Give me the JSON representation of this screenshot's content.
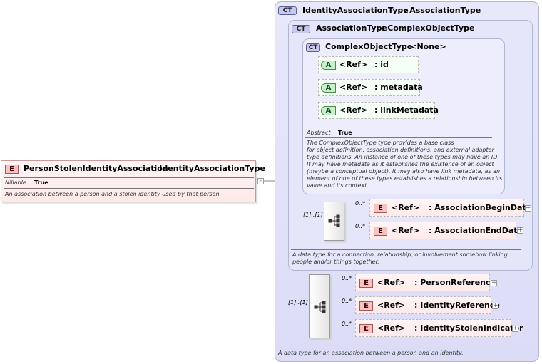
{
  "root": {
    "badge": "E",
    "name": "PersonStolenIdentityAssociation",
    "type": ": IdentityAssociationType",
    "prop_label": "Nillable",
    "prop_value": "True",
    "doc": "An association between a person and a stolen identity used by that person."
  },
  "identity_type": {
    "badge": "CT",
    "name": "IdentityAssociationType",
    "base": ": AssociationType",
    "doc": "A data type for an association between a person and an identity.",
    "cardinality": "[1]..[1]",
    "elements": [
      {
        "badge": "E",
        "ref": "<Ref>",
        "name": ": PersonReference",
        "card": "0..*"
      },
      {
        "badge": "E",
        "ref": "<Ref>",
        "name": ": IdentityReference",
        "card": "0..*"
      },
      {
        "badge": "E",
        "ref": "<Ref>",
        "name": ": IdentityStolenIndicator",
        "card": "0..*"
      }
    ]
  },
  "association_type": {
    "badge": "CT",
    "name": "AssociationType",
    "base": ": ComplexObjectType",
    "doc_lines": [
      "A data type for a connection, relationship, or involvement somehow linking",
      "people and/or things together."
    ],
    "cardinality": "[1]..[1]",
    "elements": [
      {
        "badge": "E",
        "ref": "<Ref>",
        "name": ": AssociationBeginDate",
        "card": "0..*"
      },
      {
        "badge": "E",
        "ref": "<Ref>",
        "name": ": AssociationEndDate",
        "card": "0..*"
      }
    ]
  },
  "complex_type": {
    "badge": "CT",
    "name": "ComplexObjectType",
    "base": ": <None>",
    "attributes": [
      {
        "badge": "A",
        "ref": "<Ref>",
        "name": ": id"
      },
      {
        "badge": "A",
        "ref": "<Ref>",
        "name": ": metadata"
      },
      {
        "badge": "A",
        "ref": "<Ref>",
        "name": ": linkMetadata"
      }
    ],
    "prop_label": "Abstract",
    "prop_value": "True",
    "doc_lines": [
      "The ComplexObjectType type provides a base class",
      "for object definition, association definitions, and external adapter",
      "type definitions. An instance of one of these types may have an ID.",
      "It may have metadata as it establishes the existence of an object",
      "(maybe a conceptual object). It may also have link metadata, as an",
      "element of one of these types establishes a relationship between its",
      "value and its context."
    ]
  },
  "colors": {
    "element": "#f6c3c3",
    "attribute": "#c8f0c8",
    "complex_type": "#c6c9ee"
  }
}
